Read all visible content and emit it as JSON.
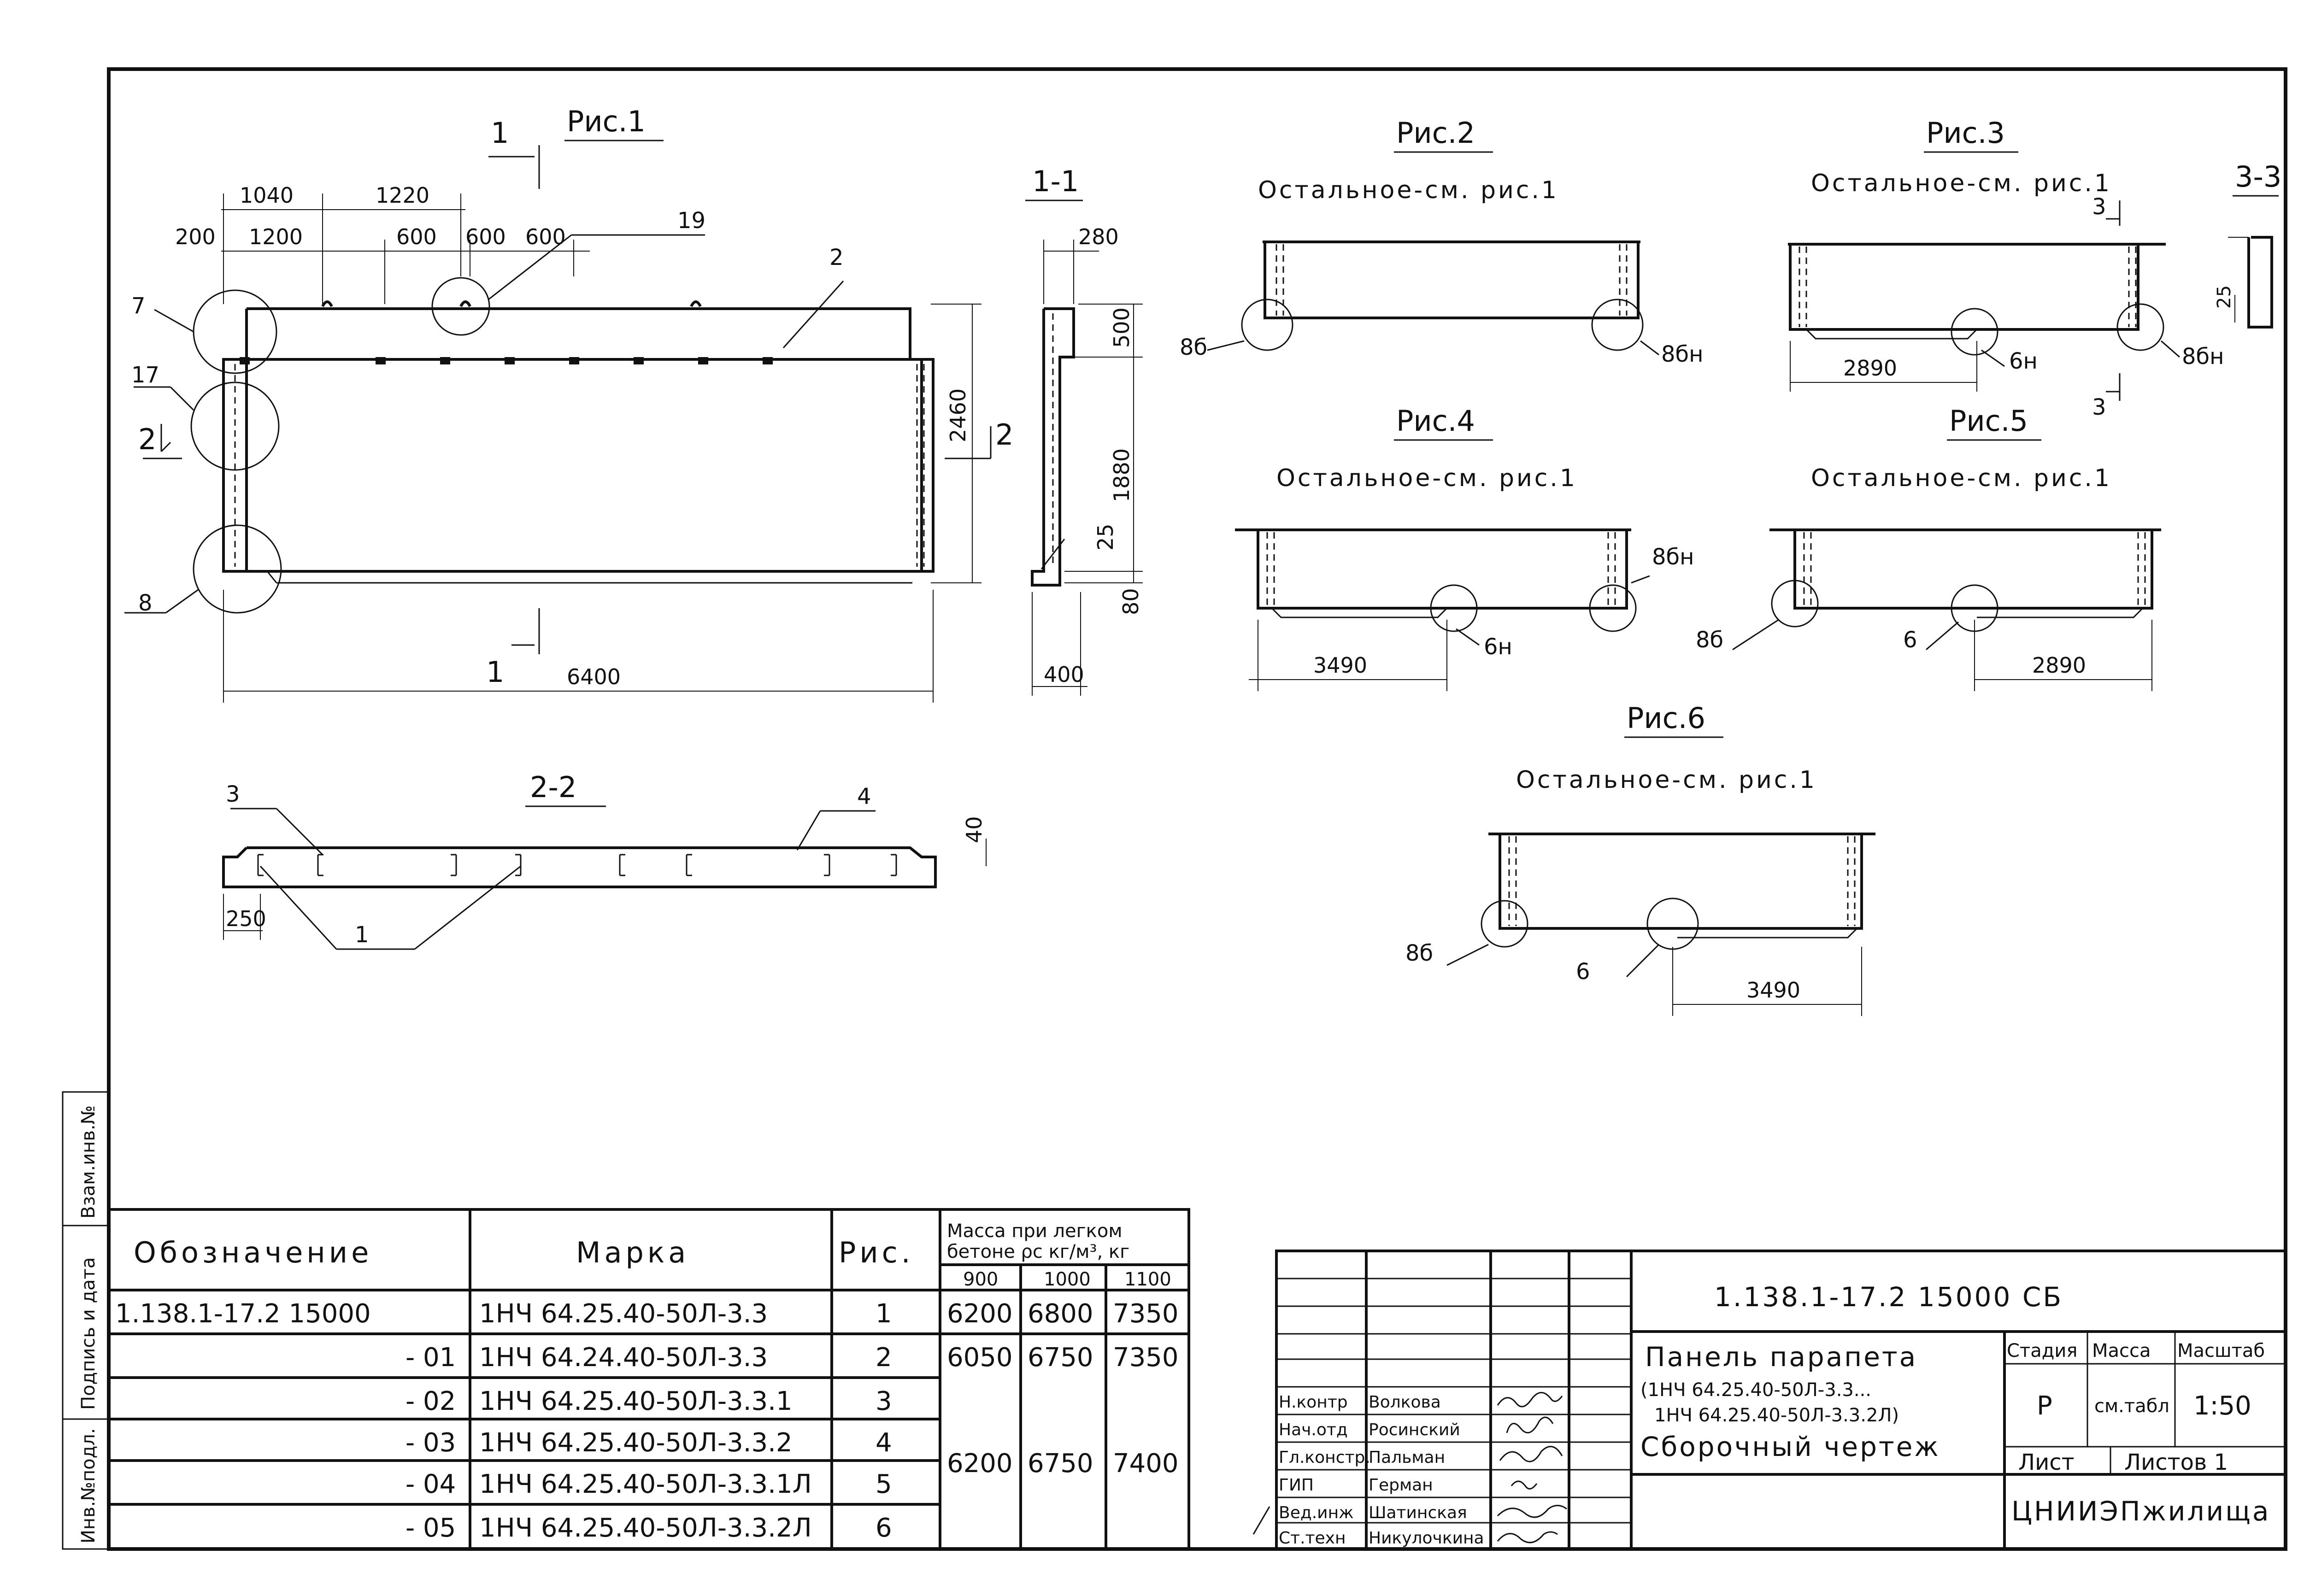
{
  "figures": {
    "fig1": "Рис.1",
    "fig2": "Рис.2",
    "fig3": "Рис.3",
    "fig4": "Рис.4",
    "fig5": "Рис.5",
    "fig6": "Рис.6",
    "sec11": "1-1",
    "sec22": "2-2",
    "sec33": "3-3"
  },
  "notes": {
    "rest": "Остальное-см. рис.1"
  },
  "fig1_dims": {
    "d1040": "1040",
    "d1220": "1220",
    "d200": "200",
    "d1200": "1200",
    "d600a": "600",
    "d600b": "600",
    "d600c": "600",
    "d2460": "2460",
    "d6400": "6400"
  },
  "fig1_callouts": {
    "c19": "19",
    "c2top": "2",
    "c7": "7",
    "c17": "17",
    "c8": "8",
    "c2left": "2",
    "c2right": "2",
    "c1top": "1",
    "c1bot": "1"
  },
  "sec11_dims": {
    "d280": "280",
    "d500": "500",
    "d1880": "1880",
    "d25": "25",
    "d80": "80",
    "d400": "400"
  },
  "sec22_dims": {
    "c3": "3",
    "c4": "4",
    "c1": "1",
    "d250": "250",
    "d40": "40"
  },
  "fig2_labels": {
    "l8b": "8б",
    "l8bn": "8бн"
  },
  "fig3_labels": {
    "d2890": "2890",
    "l6n": "6н",
    "l8bn": "8бн",
    "s3a": "3",
    "s3b": "3"
  },
  "sec33_labels": {
    "d25": "25"
  },
  "fig4_labels": {
    "d3490": "3490",
    "l6n": "6н",
    "l8bn": "8бн"
  },
  "fig5_labels": {
    "l8b": "8б",
    "l6": "6",
    "d2890": "2890"
  },
  "fig6_labels": {
    "l8b": "8б",
    "l6": "6",
    "d3490": "3490"
  },
  "side_stamp": {
    "inv": "Инв.№подл.",
    "sign": "Подпись и дата",
    "vzam": "Взам.инв.№"
  },
  "spec_table": {
    "headers": {
      "designation": "Обозначение",
      "mark": "Марка",
      "fig": "Рис.",
      "mass_line1": "Масса при легком",
      "mass_line2": "бетоне ρс кг/м³, кг",
      "col900": "900",
      "col1000": "1000",
      "col1100": "1100"
    },
    "rows": [
      {
        "designation": "1.138.1-17.2  15000",
        "mark": "1НЧ 64.25.40-50Л-3.3",
        "fig": "1",
        "m900": "6200",
        "m1000": "6800",
        "m1100": "7350"
      },
      {
        "designation": "- 01",
        "mark": "1НЧ 64.24.40-50Л-3.3",
        "fig": "2",
        "m900": "6050",
        "m1000": "6750",
        "m1100": "7350"
      },
      {
        "designation": "- 02",
        "mark": "1НЧ 64.25.40-50Л-3.3.1",
        "fig": "3"
      },
      {
        "designation": "- 03",
        "mark": "1НЧ 64.25.40-50Л-3.3.2",
        "fig": "4"
      },
      {
        "designation": "- 04",
        "mark": "1НЧ 64.25.40-50Л-3.3.1Л",
        "fig": "5"
      },
      {
        "designation": "- 05",
        "mark": "1НЧ 64.25.40-50Л-3.3.2Л",
        "fig": "6"
      }
    ],
    "merged": {
      "m900": "6200",
      "m1000": "6750",
      "m1100": "7400"
    }
  },
  "title_block": {
    "code": "1.138.1-17.2  15000  СБ",
    "title_line1": "Панель парапета",
    "title_line2": "(1НЧ 64.25.40-50Л-3.3...",
    "title_line3": "1НЧ 64.25.40-50Л-3.3.2Л)",
    "title_line4": "Сборочный чертеж",
    "stage_label": "Стадия",
    "mass_label": "Масса",
    "scale_label": "Масштаб",
    "stage": "Р",
    "mass": "см.табл",
    "scale": "1:50",
    "sheet_label": "Лист",
    "sheets_label": "Листов 1",
    "org": "ЦНИИЭПжилища",
    "roles": [
      {
        "role": "Н.контр",
        "name": "Волкова"
      },
      {
        "role": "Нач.отд",
        "name": "Росинский"
      },
      {
        "role": "Гл.констр.",
        "name": "Пальман"
      },
      {
        "role": "ГИП",
        "name": "Герман"
      },
      {
        "role": "Вед.инж",
        "name": "Шатинская"
      },
      {
        "role": "Ст.техн",
        "name": "Никулочкина"
      }
    ]
  }
}
